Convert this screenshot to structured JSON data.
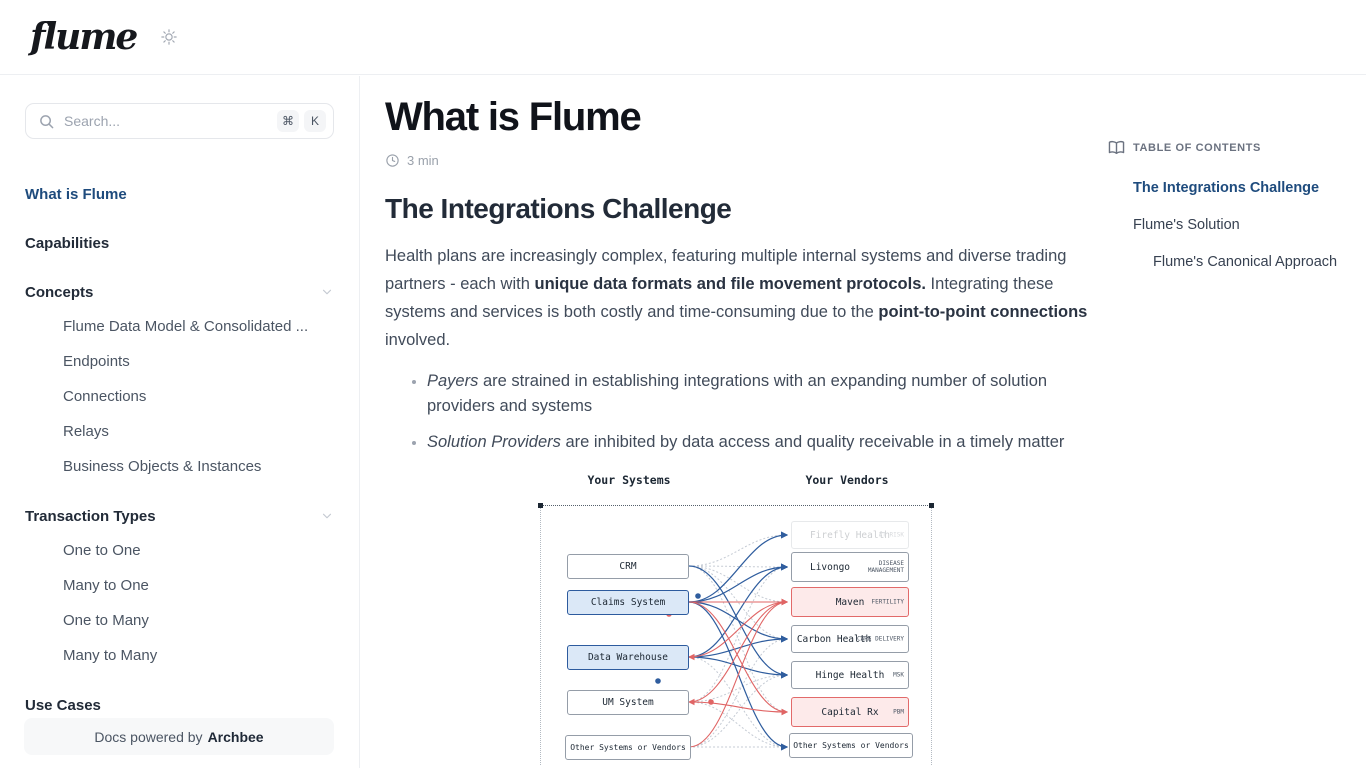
{
  "header": {
    "logo": "flume",
    "theme_icon": "sun-icon"
  },
  "sidebar": {
    "search": {
      "placeholder": "Search...",
      "kbd_cmd": "⌘",
      "kbd_k": "K",
      "icon": "search-icon"
    },
    "nav": [
      {
        "label": "What is Flume"
      },
      {
        "label": "Capabilities"
      },
      {
        "label": "Concepts"
      },
      {
        "label": "Flume Data Model & Consolidated ..."
      },
      {
        "label": "Endpoints"
      },
      {
        "label": "Connections"
      },
      {
        "label": "Relays"
      },
      {
        "label": "Business Objects & Instances"
      },
      {
        "label": "Transaction Types"
      },
      {
        "label": "One to One"
      },
      {
        "label": "Many to One"
      },
      {
        "label": "One to Many"
      },
      {
        "label": "Many to Many"
      },
      {
        "label": "Use Cases"
      }
    ],
    "footer": {
      "prefix": "Docs powered by",
      "brand": "Archbee"
    }
  },
  "article": {
    "title": "What is Flume",
    "read_time": "3 min",
    "section_heading": "The Integrations Challenge",
    "paragraph": [
      {
        "t": "Health plans are increasingly complex, featuring multiple internal systems and diverse trading partners - each with "
      },
      {
        "t": "unique data formats and file movement protocols.",
        "b": 1
      },
      {
        "t": " Integrating these systems and services is both costly and time-consuming due to the "
      },
      {
        "t": "point-to-point connections",
        "b": 1
      },
      {
        "t": " involved."
      }
    ],
    "bullets": [
      [
        {
          "t": "Payers",
          "i": 1
        },
        {
          "t": " are strained in establishing integrations with an expanding number of solution providers and systems"
        }
      ],
      [
        {
          "t": "Solution Providers",
          "i": 1
        },
        {
          "t": " are inhibited by data access and quality receivable in a timely matter"
        }
      ]
    ]
  },
  "diagram": {
    "left_title": "Your Systems",
    "right_title": "Your Vendors",
    "systems": [
      {
        "label": "CRM"
      },
      {
        "label": "Claims System"
      },
      {
        "label": "Data Warehouse"
      },
      {
        "label": "UM System"
      },
      {
        "label": "Other Systems or Vendors"
      }
    ],
    "vendors": [
      {
        "name": "Firefly Health",
        "tag": "AT RISK"
      },
      {
        "name": "Livongo",
        "tag": "DISEASE MANAGEMENT"
      },
      {
        "name": "Maven",
        "tag": "FERTILITY"
      },
      {
        "name": "Carbon Health",
        "tag": "CARE DELIVERY"
      },
      {
        "name": "Hinge Health",
        "tag": "MSK"
      },
      {
        "name": "Capital Rx",
        "tag": "PBM"
      },
      {
        "name": "Other Systems or Vendors",
        "tag": ""
      }
    ]
  },
  "toc": {
    "heading": "TABLE OF CONTENTS",
    "icon": "book-icon",
    "items": [
      "The Integrations Challenge",
      "Flume's Solution",
      "Flume's Canonical Approach"
    ]
  },
  "colors": {
    "accent_navy": "#1e4b7d",
    "diagram_blue_border": "#2d5b9e",
    "diagram_blue_fill": "#dbe8f7",
    "diagram_red": "#e06565",
    "diagram_pink_fill": "#fdeaea",
    "border_gray": "#edeff2"
  }
}
